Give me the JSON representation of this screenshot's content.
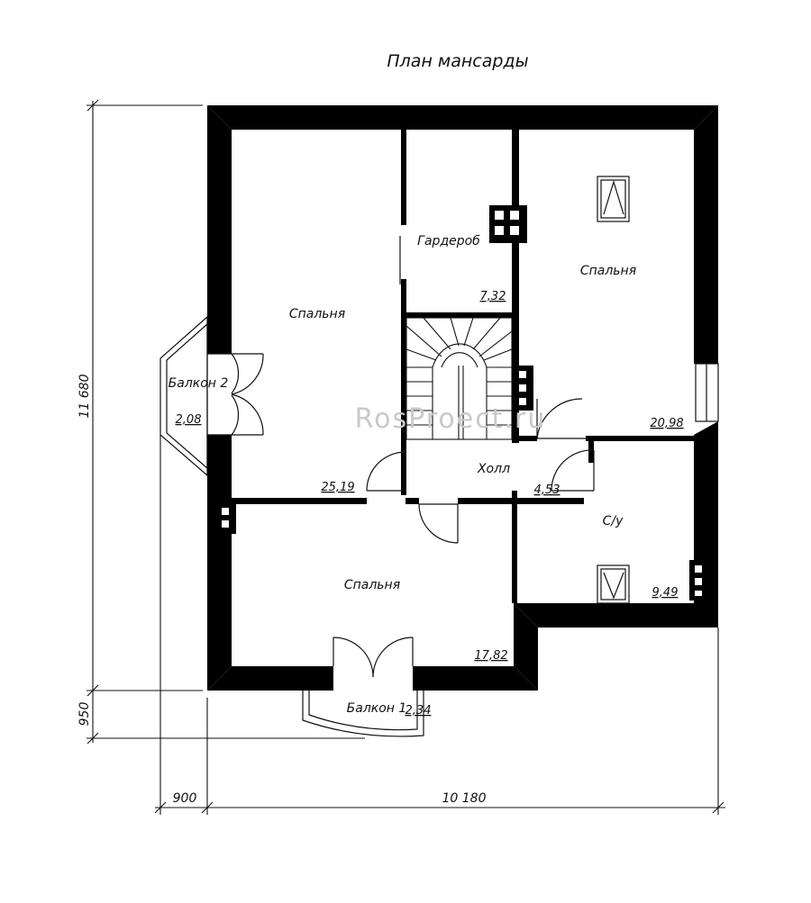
{
  "title": "План мансарды",
  "watermark": "RosProect.ru",
  "rooms": {
    "bedroom_left": {
      "name": "Спальня",
      "area": "25,19"
    },
    "wardrobe": {
      "name": "Гардероб",
      "area": "7,32"
    },
    "bedroom_right": {
      "name": "Спальня",
      "area": "20,98"
    },
    "hall": {
      "name": "Холл",
      "area": "4,53"
    },
    "bathroom": {
      "name": "С/у",
      "area": "9,49"
    },
    "bedroom_bottom": {
      "name": "Спальня",
      "area": "17,82"
    },
    "balcony_2": {
      "name": "Балкон 2",
      "area": "2,08"
    },
    "balcony_1": {
      "name": "Балкон 1",
      "area": "2,34"
    }
  },
  "dimensions": {
    "height_main": "11 680",
    "height_balcony": "950",
    "width_balcony": "900",
    "width_main": "10 180"
  },
  "colors": {
    "wall": "#000000",
    "line": "#111111",
    "watermark": "#c9c9c9"
  }
}
